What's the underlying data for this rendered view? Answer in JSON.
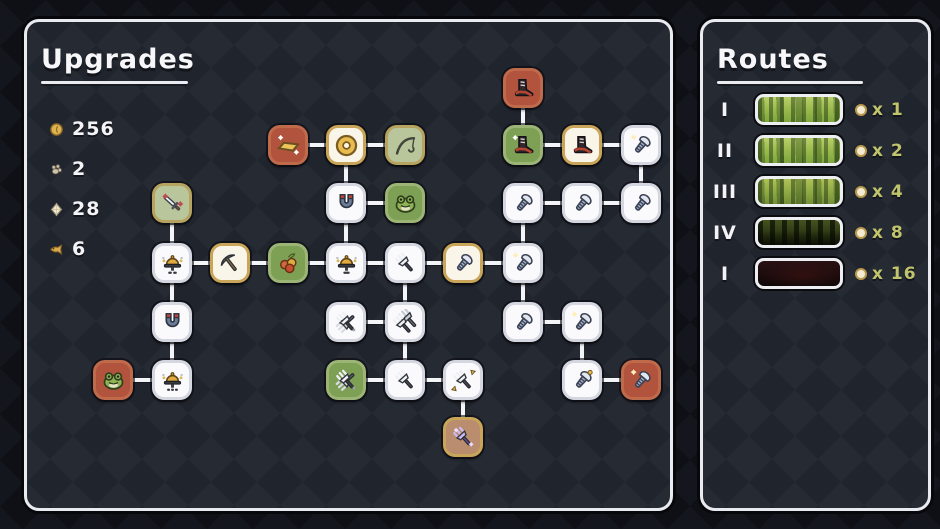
{
  "upgrades_panel": {
    "title": "Upgrades",
    "currencies": [
      {
        "icon": "coin-icon",
        "value": "256"
      },
      {
        "icon": "paw-icon",
        "value": "2"
      },
      {
        "icon": "gem-icon",
        "value": "28"
      },
      {
        "icon": "fish-icon",
        "value": "6"
      }
    ],
    "tree": {
      "cols": [
        113,
        172,
        230,
        288,
        346,
        405,
        463,
        523,
        582,
        641
      ],
      "rows": [
        88,
        145,
        203,
        263,
        322,
        380,
        437
      ],
      "nodes": [
        {
          "icon": "boot",
          "style": "red",
          "col": 7,
          "row": 0
        },
        {
          "icon": "gold-bar",
          "style": "red",
          "col": 3,
          "row": 1
        },
        {
          "icon": "coin",
          "style": "gold",
          "col": 4,
          "row": 1
        },
        {
          "icon": "fishing-rod",
          "style": "sage",
          "col": 5,
          "row": 1
        },
        {
          "icon": "boot-sparkle",
          "style": "green",
          "col": 7,
          "row": 1
        },
        {
          "icon": "boot",
          "style": "gold",
          "col": 8,
          "row": 1
        },
        {
          "icon": "screw-star",
          "style": "white",
          "col": 9,
          "row": 1
        },
        {
          "icon": "sword",
          "style": "sage",
          "col": 1,
          "row": 2
        },
        {
          "icon": "magnet",
          "style": "white",
          "col": 4,
          "row": 2
        },
        {
          "icon": "frog",
          "style": "green",
          "col": 5,
          "row": 2
        },
        {
          "icon": "screw",
          "style": "white",
          "col": 7,
          "row": 2
        },
        {
          "icon": "screw",
          "style": "white",
          "col": 8,
          "row": 2
        },
        {
          "icon": "screw",
          "style": "white",
          "col": 9,
          "row": 2
        },
        {
          "icon": "bell-2",
          "style": "white",
          "col": 1,
          "row": 3
        },
        {
          "icon": "pickaxe",
          "style": "gold",
          "col": 2,
          "row": 3
        },
        {
          "icon": "berries",
          "style": "green",
          "col": 3,
          "row": 3
        },
        {
          "icon": "bell-1",
          "style": "white",
          "col": 4,
          "row": 3
        },
        {
          "icon": "fork",
          "style": "white",
          "col": 5,
          "row": 3
        },
        {
          "icon": "screw",
          "style": "gold",
          "col": 6,
          "row": 3
        },
        {
          "icon": "screw-star",
          "style": "white",
          "col": 7,
          "row": 3
        },
        {
          "icon": "magnet",
          "style": "white",
          "col": 1,
          "row": 4
        },
        {
          "icon": "crossed-forks",
          "style": "white",
          "col": 4,
          "row": 4
        },
        {
          "icon": "double-fork",
          "style": "white",
          "col": 5,
          "row": 4
        },
        {
          "icon": "screw",
          "style": "white",
          "col": 7,
          "row": 4
        },
        {
          "icon": "screw-star",
          "style": "white",
          "col": 8,
          "row": 4
        },
        {
          "icon": "frog",
          "style": "red",
          "col": 0,
          "row": 5
        },
        {
          "icon": "bell-3",
          "style": "white",
          "col": 1,
          "row": 5
        },
        {
          "icon": "crossed-forks",
          "style": "green",
          "col": 4,
          "row": 5
        },
        {
          "icon": "fork",
          "style": "white",
          "col": 5,
          "row": 5
        },
        {
          "icon": "fork-triangles",
          "style": "white",
          "col": 6,
          "row": 5
        },
        {
          "icon": "screw-dot",
          "style": "white",
          "col": 8,
          "row": 5
        },
        {
          "icon": "screw-star",
          "style": "red",
          "col": 9,
          "row": 5
        },
        {
          "icon": "purple-fork",
          "style": "tan",
          "col": 6,
          "row": 6
        }
      ],
      "edges": [
        [
          7,
          0,
          7,
          1
        ],
        [
          3,
          1,
          4,
          1
        ],
        [
          4,
          1,
          5,
          1
        ],
        [
          7,
          1,
          8,
          1
        ],
        [
          8,
          1,
          9,
          1
        ],
        [
          4,
          1,
          4,
          2
        ],
        [
          9,
          1,
          9,
          2
        ],
        [
          1,
          2,
          1,
          3
        ],
        [
          4,
          2,
          5,
          2
        ],
        [
          4,
          2,
          4,
          3
        ],
        [
          7,
          2,
          8,
          2
        ],
        [
          8,
          2,
          9,
          2
        ],
        [
          7,
          2,
          7,
          3
        ],
        [
          1,
          3,
          2,
          3
        ],
        [
          2,
          3,
          3,
          3
        ],
        [
          3,
          3,
          4,
          3
        ],
        [
          4,
          3,
          5,
          3
        ],
        [
          5,
          3,
          6,
          3
        ],
        [
          6,
          3,
          7,
          3
        ],
        [
          1,
          3,
          1,
          4
        ],
        [
          5,
          3,
          5,
          4
        ],
        [
          7,
          3,
          7,
          4
        ],
        [
          4,
          4,
          5,
          4
        ],
        [
          7,
          4,
          8,
          4
        ],
        [
          1,
          4,
          1,
          5
        ],
        [
          5,
          4,
          5,
          5
        ],
        [
          8,
          4,
          8,
          5
        ],
        [
          0,
          5,
          1,
          5
        ],
        [
          4,
          5,
          5,
          5
        ],
        [
          5,
          5,
          6,
          5
        ],
        [
          8,
          5,
          9,
          5
        ],
        [
          6,
          5,
          6,
          6
        ]
      ]
    }
  },
  "routes_panel": {
    "title": "Routes",
    "routes": [
      {
        "numeral": "I",
        "terrain": "grass-bright",
        "cost": "x 1"
      },
      {
        "numeral": "II",
        "terrain": "grass-bright",
        "cost": "x 2"
      },
      {
        "numeral": "III",
        "terrain": "grass-olive",
        "cost": "x 4"
      },
      {
        "numeral": "IV",
        "terrain": "forest-dark",
        "cost": "x 8"
      },
      {
        "numeral": "I",
        "terrain": "cave-dark",
        "cost": "x 16"
      }
    ]
  },
  "colors": {
    "panel_border": "#e9ebf0",
    "background": "#0e1015",
    "panel_background": "#20242d",
    "cost_text": "#c0c46c",
    "node_green": "#7da055",
    "node_red": "#b2543d",
    "node_gold_border": "#c9a55a"
  }
}
